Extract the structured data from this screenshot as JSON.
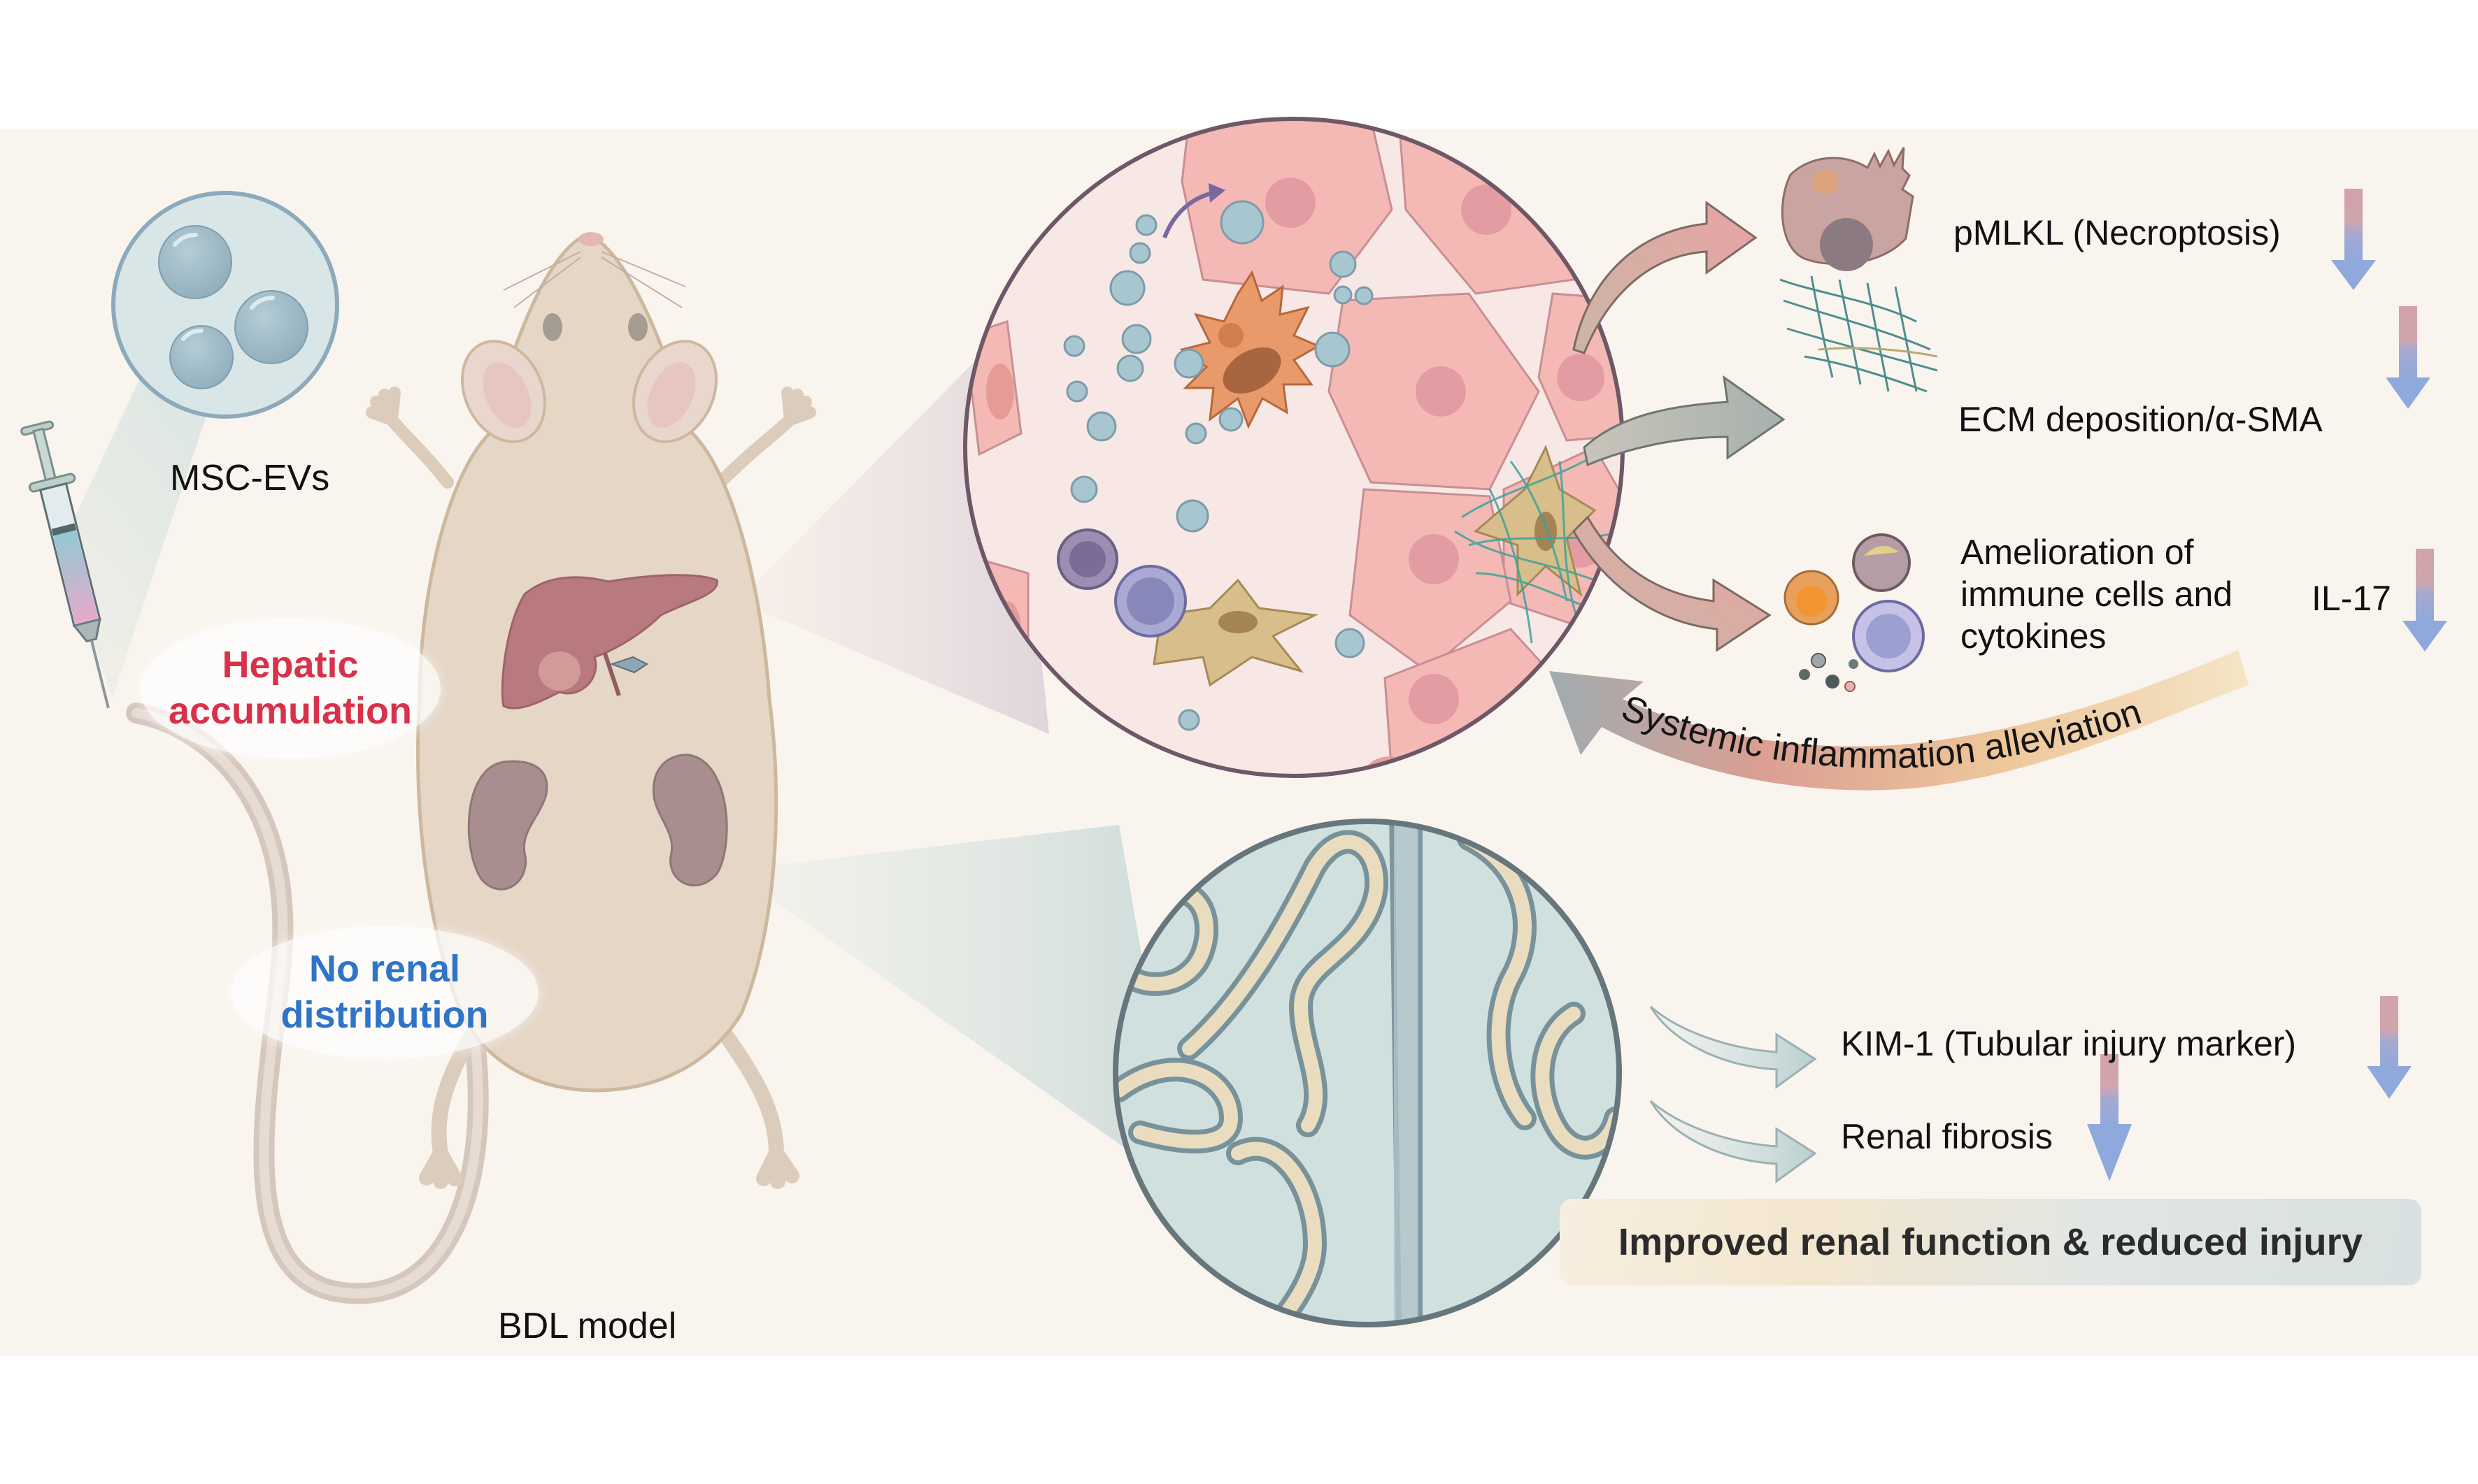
{
  "figure": {
    "type": "graphical-abstract",
    "colors": {
      "background": "#F9F5EE",
      "hepatic_text": "#D8314A",
      "renal_text": "#2F74C6",
      "down_arrow_top": "#D2A2A8",
      "down_arrow_bottom": "#8FA9DD",
      "liver_tissue": "#F4B9B5",
      "kidney_tissue": "#CFE0DF"
    }
  },
  "left": {
    "vesicle_label": "MSC-EVs",
    "model_label": "BDL model",
    "hepatic_label_line1": "Hepatic",
    "hepatic_label_line2": "accumulation",
    "renal_label_line1": "No renal",
    "renal_label_line2": "distribution"
  },
  "liver_effects": [
    {
      "label": "pMLKL (Necroptosis)",
      "direction": "down",
      "icon": "necrotic-cell-icon"
    },
    {
      "label": "ECM deposition/α-SMA",
      "direction": "down",
      "icon": "ecm-mesh-icon"
    },
    {
      "label_lines": [
        "Amelioration of",
        "immune cells and",
        "cytokines"
      ],
      "marker": "IL-17",
      "direction": "down",
      "icon": "immune-cells-icon"
    }
  ],
  "systemic_arrow": {
    "label": "Systemic inflammation alleviation"
  },
  "kidney_effects": [
    {
      "label": "KIM-1 (Tubular injury marker)",
      "direction": "down"
    },
    {
      "label": "Renal fibrosis",
      "direction": "down"
    }
  ],
  "result": {
    "label": "Improved renal function & reduced injury"
  }
}
